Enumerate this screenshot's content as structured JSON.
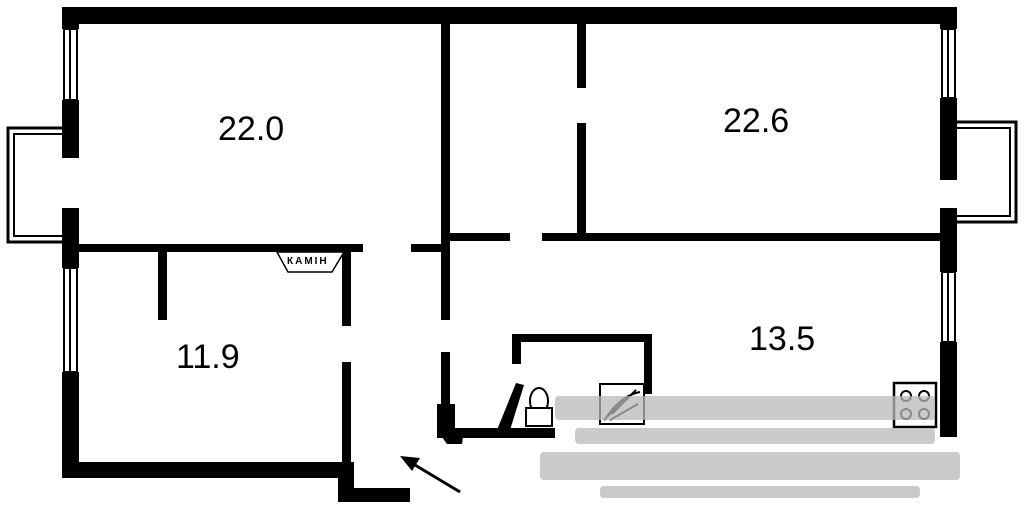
{
  "rooms": [
    {
      "id": "room-a",
      "area": "22.0"
    },
    {
      "id": "room-b",
      "area": "22.6"
    },
    {
      "id": "room-c",
      "area": "11.9"
    },
    {
      "id": "room-d",
      "area": "13.5"
    }
  ],
  "fireplace": {
    "label": "КАМІН"
  },
  "colors": {
    "walls": "#000000",
    "background": "#ffffff"
  },
  "icons": [
    "toilet-icon",
    "shower-icon",
    "stove-icon",
    "entrance-arrow-icon"
  ]
}
